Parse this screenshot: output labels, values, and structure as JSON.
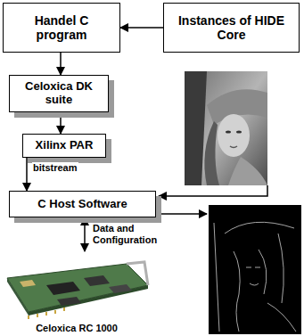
{
  "diagram": {
    "nodes": [
      {
        "text": [
          "Handel C program"
        ]
      },
      {
        "text": [
          "Instances of HIDE Core"
        ]
      },
      {
        "text": [
          "Celoxica DK suite"
        ]
      },
      {
        "text": [
          "Xilinx PAR"
        ]
      },
      {
        "text": [
          "C Host Software"
        ]
      },
      {
        "text": [
          "Celoxica RC 1000"
        ]
      }
    ],
    "edges": [
      {
        "from": 1,
        "to": 0,
        "arrow": "to"
      },
      {
        "from": 0,
        "to": 2,
        "arrow": "to"
      },
      {
        "from": 2,
        "to": 3,
        "arrow": "to"
      },
      {
        "from": 3,
        "to": 4,
        "arrow": "to",
        "label": "bitstream"
      },
      {
        "from": 4,
        "to": 5,
        "arrow": "both",
        "label": "Data and Configuration"
      }
    ]
  }
}
